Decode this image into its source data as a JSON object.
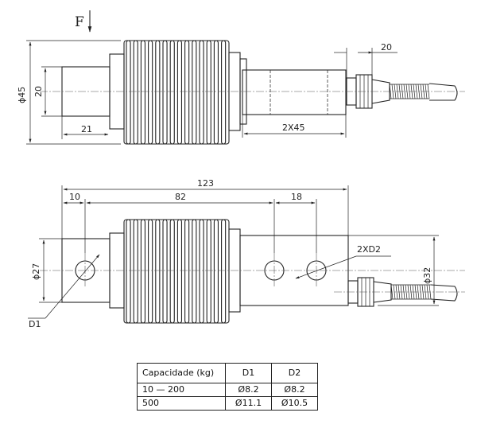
{
  "top_view": {
    "force_label": "F",
    "dim_diameter": "ϕ45",
    "dim_height": "20",
    "dim_length": "21",
    "dim_holes": "2X45",
    "dim_cable": "20"
  },
  "bottom_view": {
    "dim_total": "123",
    "dim_first": "10",
    "dim_middle": "82",
    "dim_spacing": "18",
    "dim_left_diameter": "ϕ27",
    "dim_right_diameter": "ϕ32",
    "label_hole_1": "D1",
    "label_hole_2": "2XD2"
  },
  "table": {
    "headers": [
      "Capacidade (kg)",
      "D1",
      "D2"
    ],
    "rows": [
      [
        "10 — 200",
        "Ø8.2",
        "Ø8.2"
      ],
      [
        "500",
        "Ø11.1",
        "Ø10.5"
      ]
    ]
  }
}
